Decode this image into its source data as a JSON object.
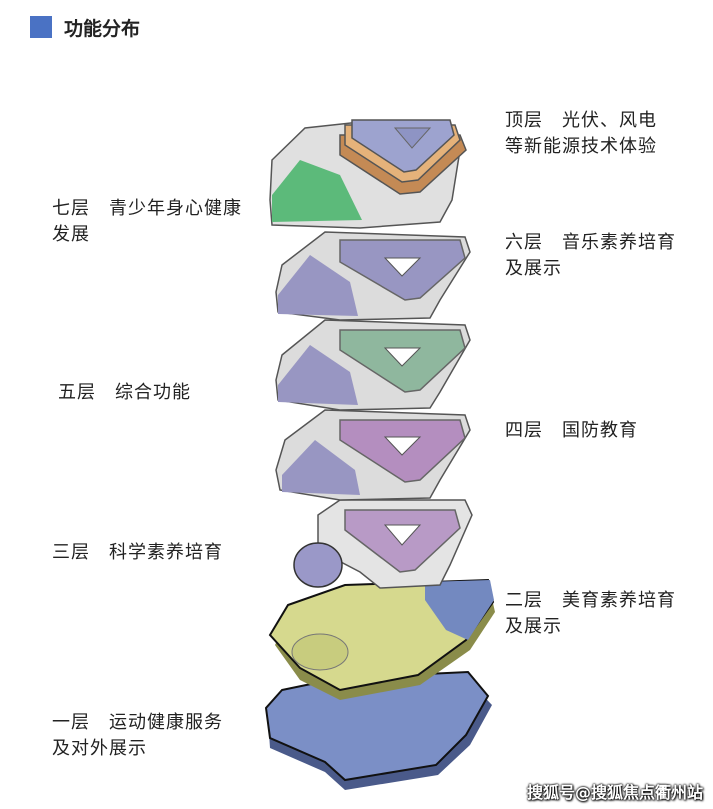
{
  "header": {
    "title": "功能分布",
    "accent_color": "#4a72c4"
  },
  "floors": [
    {
      "key": "top",
      "text": "顶层　光伏、风电\n等新能源技术体验",
      "color": "#9da3cf"
    },
    {
      "key": "seven",
      "text": "七层　青少年身心健康\n发展",
      "color": "#5cba7a"
    },
    {
      "key": "six",
      "text": "六层　音乐素养培育\n及展示",
      "color": "#9896c2"
    },
    {
      "key": "five",
      "text": "五层　综合功能",
      "color": "#8fb79e"
    },
    {
      "key": "four",
      "text": "四层　国防教育",
      "color": "#b48ebf"
    },
    {
      "key": "three",
      "text": "三层　科学素养培育",
      "color": "#b89ac6"
    },
    {
      "key": "two",
      "text": "二层　美育素养培育\n及展示",
      "color": "#d6d98e"
    },
    {
      "key": "one",
      "text": "一层　运动健康服务\n及对外展示",
      "color": "#7b8fc6"
    }
  ],
  "watermark": "搜狐号@搜狐焦点衢州站"
}
